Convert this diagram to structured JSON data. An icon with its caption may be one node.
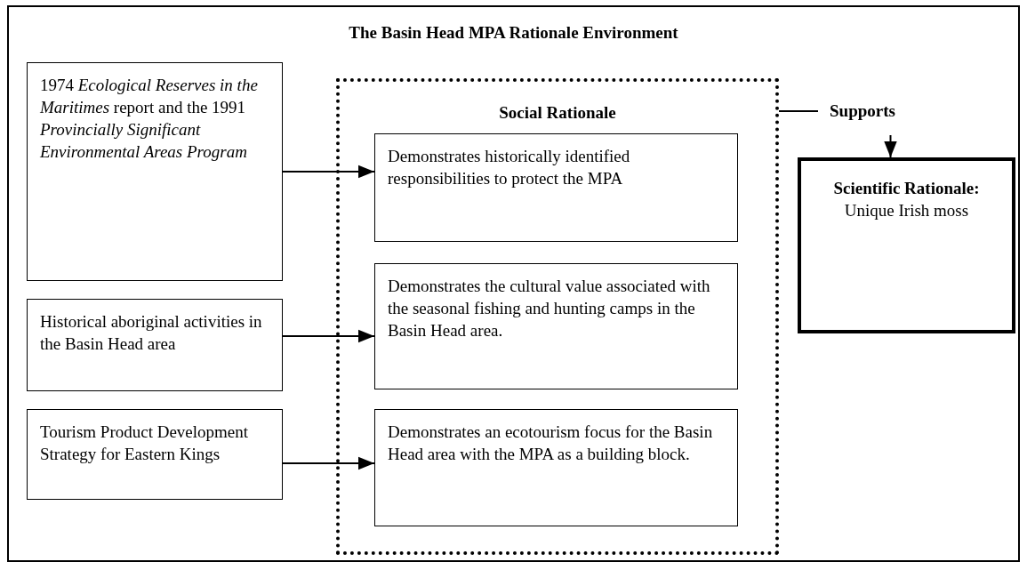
{
  "diagram": {
    "title": "The Basin Head MPA Rationale Environment",
    "nodes": [
      {
        "text": [
          "1974 *Ecological Reserves in the Maritimes* report and the 1991 *Provincially Significant Environmental Areas Program*"
        ]
      },
      {
        "text": [
          "Historical aboriginal activities in the Basin Head area"
        ]
      },
      {
        "text": [
          "Tourism Product Development Strategy for Eastern Kings"
        ]
      },
      {
        "text": [
          "Social Rationale"
        ]
      },
      {
        "text": [
          "Demonstrates historically identified responsibilities to protect the MPA"
        ],
        "in": 3
      },
      {
        "text": [
          "Demonstrates the cultural value associated with the seasonal fishing and hunting camps in the Basin Head area."
        ],
        "in": 3
      },
      {
        "text": [
          "Demonstrates an ecotourism focus for the Basin Head area with the MPA as a building block."
        ],
        "in": 3
      },
      {
        "text": [
          "Supports"
        ]
      },
      {
        "text": [
          "Scientific Rationale:",
          "Unique Irish moss"
        ]
      }
    ],
    "edges": [
      {
        "from": 0,
        "to": 4,
        "arrow": "to"
      },
      {
        "from": 1,
        "to": 5,
        "arrow": "to"
      },
      {
        "from": 2,
        "to": 6,
        "arrow": "to"
      },
      {
        "from": 3,
        "to": 7,
        "arrow": "none"
      },
      {
        "from": 7,
        "to": 8,
        "arrow": "to"
      }
    ]
  }
}
